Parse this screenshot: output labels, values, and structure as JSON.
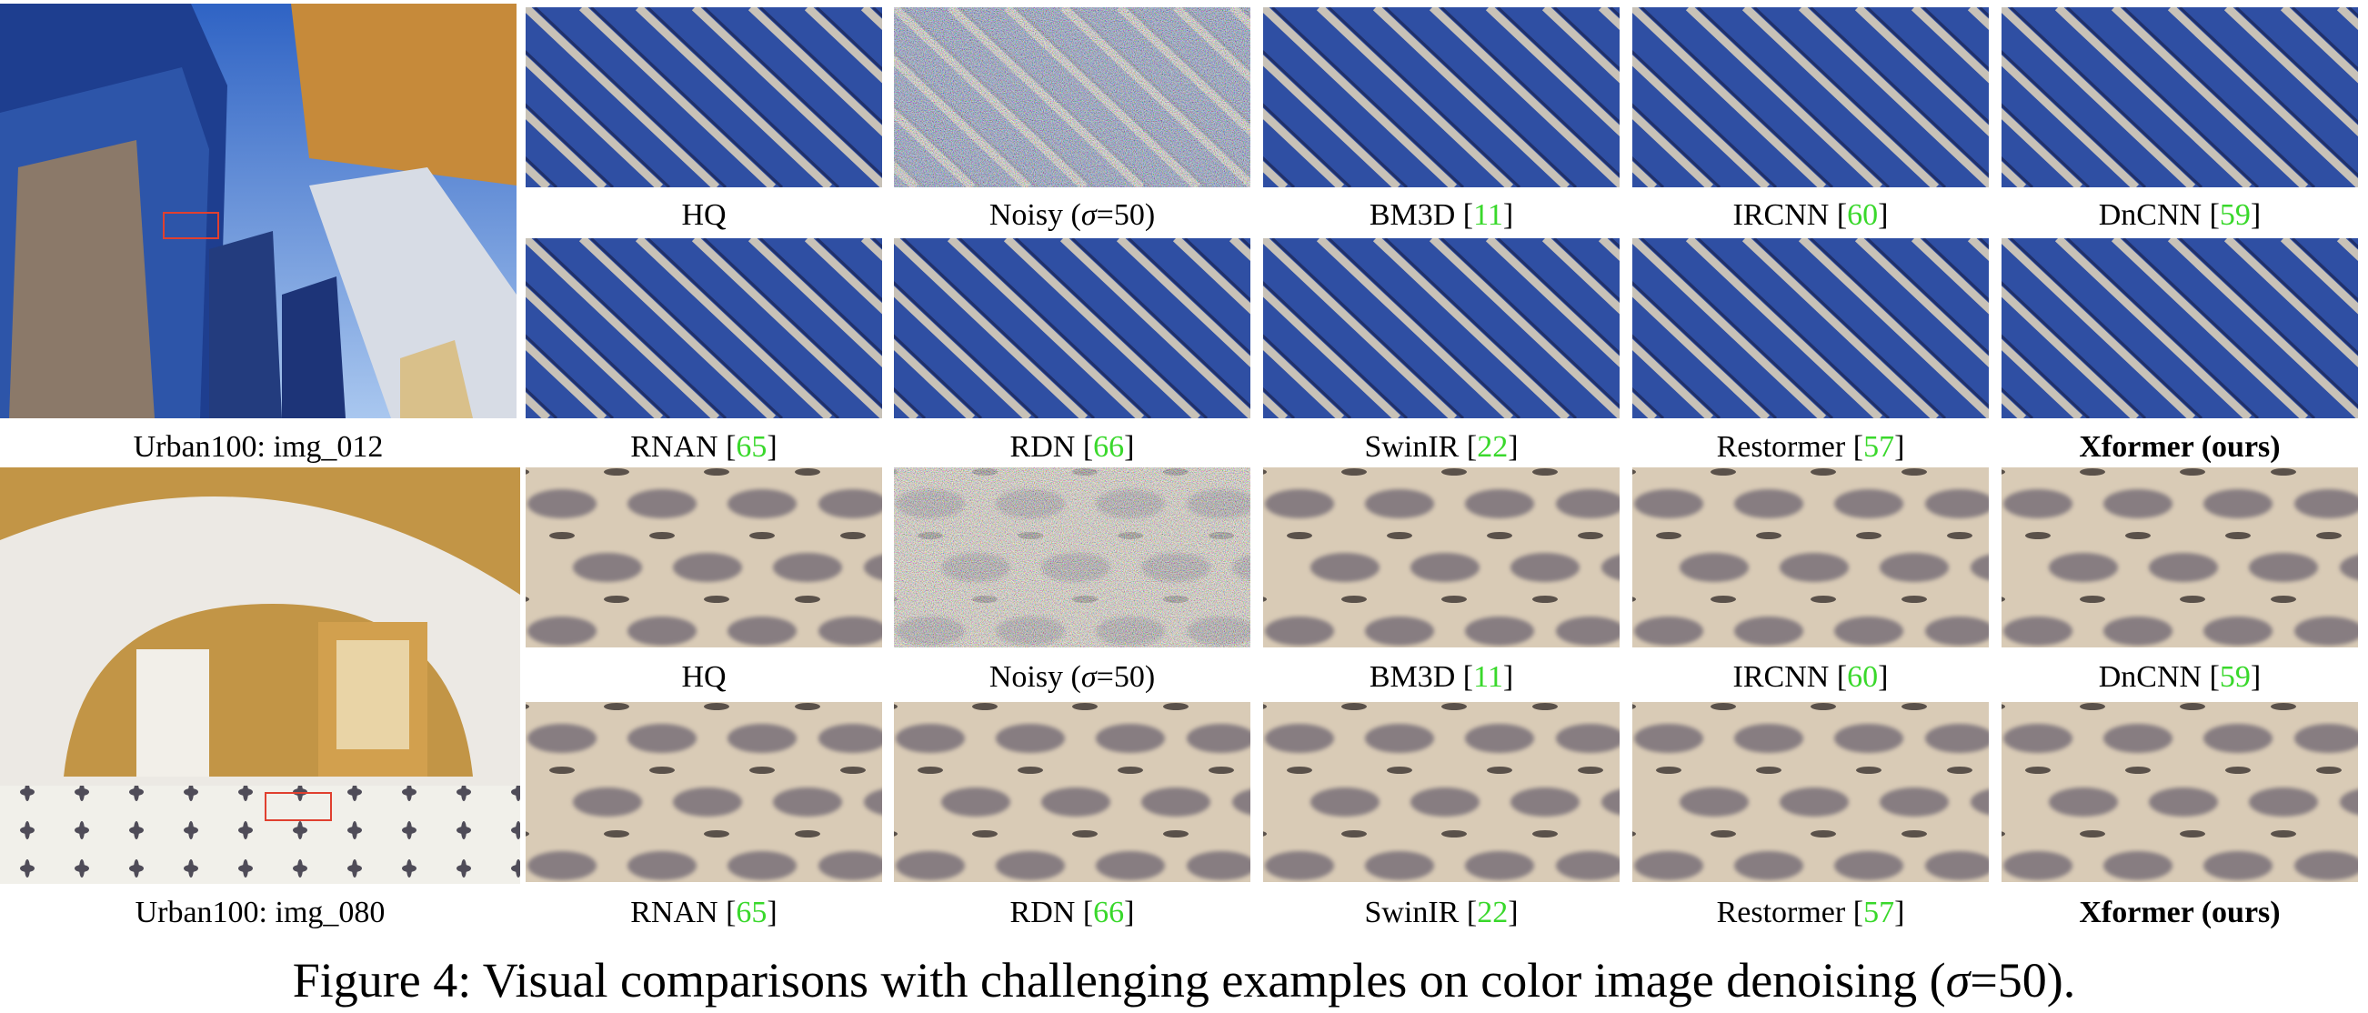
{
  "figure": {
    "caption_pre": "Figure 4: Visual comparisons with challenging examples on color image denoising (",
    "caption_sigma": "σ",
    "caption_post": "=50)."
  },
  "examples": [
    {
      "overview_label": "Urban100: img_012",
      "row1": [
        {
          "name": "HQ",
          "ref": ""
        },
        {
          "name": "Noisy (",
          "sigma": "σ",
          "post": "=50)",
          "ref": ""
        },
        {
          "name": "BM3D",
          "ref": "11"
        },
        {
          "name": "IRCNN",
          "ref": "60"
        },
        {
          "name": "DnCNN",
          "ref": "59"
        }
      ],
      "row2": [
        {
          "name": "RNAN",
          "ref": "65"
        },
        {
          "name": "RDN",
          "ref": "66"
        },
        {
          "name": "SwinIR",
          "ref": "22"
        },
        {
          "name": "Restormer",
          "ref": "57"
        },
        {
          "name": "Xformer (ours)",
          "ref": "",
          "bold": true
        }
      ]
    },
    {
      "overview_label": "Urban100: img_080",
      "row1": [
        {
          "name": "HQ",
          "ref": ""
        },
        {
          "name": "Noisy (",
          "sigma": "σ",
          "post": "=50)",
          "ref": ""
        },
        {
          "name": "BM3D",
          "ref": "11"
        },
        {
          "name": "IRCNN",
          "ref": "60"
        },
        {
          "name": "DnCNN",
          "ref": "59"
        }
      ],
      "row2": [
        {
          "name": "RNAN",
          "ref": "65"
        },
        {
          "name": "RDN",
          "ref": "66"
        },
        {
          "name": "SwinIR",
          "ref": "22"
        },
        {
          "name": "Restormer",
          "ref": "57"
        },
        {
          "name": "Xformer (ours)",
          "ref": "",
          "bold": true
        }
      ]
    }
  ]
}
